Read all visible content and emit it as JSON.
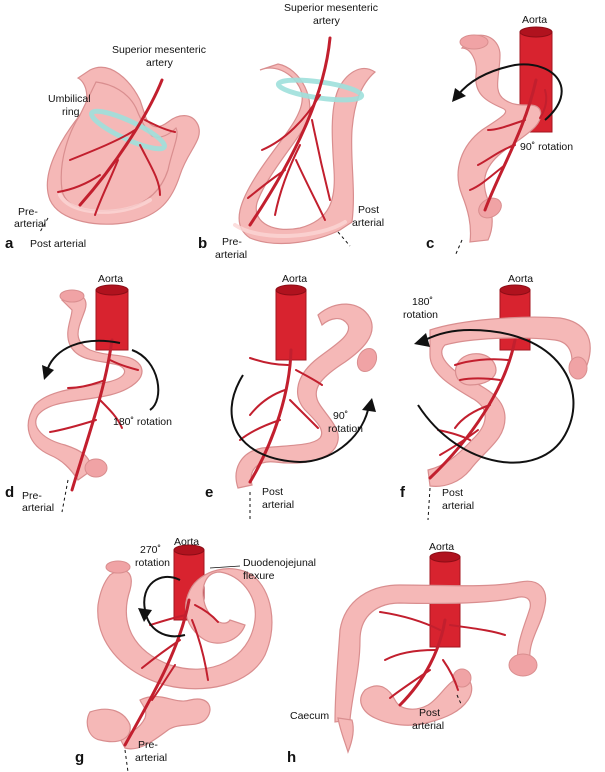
{
  "panels": {
    "a": {
      "letter": "a",
      "sma_label_1": "Superior mesenteric",
      "sma_label_2": "artery",
      "ring_label_1": "Umbilical",
      "ring_label_2": "ring",
      "pre_label_1": "Pre-",
      "pre_label_2": "arterial",
      "post_label": "Post arterial"
    },
    "b": {
      "letter": "b",
      "sma_label_1": "Superior mesenteric",
      "sma_label_2": "artery",
      "pre_label_1": "Pre-",
      "pre_label_2": "arterial",
      "post_label_1": "Post",
      "post_label_2": "arterial"
    },
    "c": {
      "letter": "c",
      "aorta": "Aorta",
      "rotation": "90˚ rotation"
    },
    "d": {
      "letter": "d",
      "aorta": "Aorta",
      "rotation": "180˚ rotation",
      "pre_label_1": "Pre-",
      "pre_label_2": "arterial"
    },
    "e": {
      "letter": "e",
      "aorta": "Aorta",
      "rotation_1": "90˚",
      "rotation_2": "rotation",
      "post_label_1": "Post",
      "post_label_2": "arterial"
    },
    "f": {
      "letter": "f",
      "aorta": "Aorta",
      "rotation_1": "180˚",
      "rotation_2": "rotation",
      "post_label_1": "Post",
      "post_label_2": "arterial"
    },
    "g": {
      "letter": "g",
      "aorta": "Aorta",
      "rotation_1": "270˚",
      "rotation_2": "rotation",
      "flexure_1": "Duodenojejunal",
      "flexure_2": "flexure",
      "pre_label_1": "Pre-",
      "pre_label_2": "arterial"
    },
    "h": {
      "letter": "h",
      "aorta": "Aorta",
      "caecum": "Caecum",
      "post_label_1": "Post",
      "post_label_2": "arterial"
    }
  },
  "colors": {
    "intestine": "#f5b8b7",
    "artery": "#c21f2e",
    "aorta": "#d8232f",
    "ring": "#9fe0dc"
  }
}
